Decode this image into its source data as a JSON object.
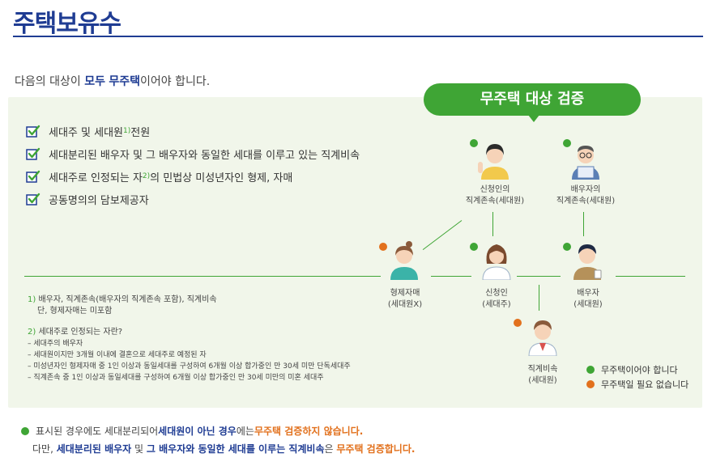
{
  "title": "주택보유수",
  "intro": {
    "prefix": "다음의 대상이 ",
    "hl1": "모두",
    "space": " ",
    "hl2": "무주택",
    "suffix": "이어야 합니다."
  },
  "badge": "무주택 대상 검증",
  "checklist": [
    {
      "text": "세대주 및 세대원",
      "sup": "1)",
      "after": " 전원"
    },
    {
      "text": "세대분리된 배우자 및 그 배우자와 동일한 세대를 이루고 있는 직계비속",
      "sup": "",
      "after": ""
    },
    {
      "text": "세대주로 인정되는 자",
      "sup": "2)",
      "after": "의 민법상 미성년자인 형제, 자매"
    },
    {
      "text": "공동명의의 담보제공자",
      "sup": "",
      "after": ""
    }
  ],
  "people": {
    "applicant_ascendant": [
      "신청인의",
      "직계존속(세대원)"
    ],
    "spouse_ascendant": [
      "배우자의",
      "직계존속(세대원)"
    ],
    "sibling": [
      "형제자매",
      "(세대원X)"
    ],
    "applicant": [
      "신청인",
      "(세대주)"
    ],
    "spouse": [
      "배우자",
      "(세대원)"
    ],
    "descendant": [
      "직계비속",
      "(세대원)"
    ]
  },
  "legend": {
    "green": "무주택이어야 합니다",
    "orange": "무주택일 필요 없습니다",
    "green_color": "#3fa535",
    "orange_color": "#e2711d"
  },
  "notes": {
    "n1_num": "1)",
    "n1_text": " 배우자, 직계존속(배우자의 직계존속 포함), 직계비속",
    "n1_line2": "단, 형제자매는 미포함",
    "n2_num": "2)",
    "n2_text": " 세대주로 인정되는 자란?",
    "n2_items": [
      "– 세대주의 배우자",
      "– 세대원이지만 3개월 이내에 결혼으로 세대주로 예정된 자",
      "– 미성년자인 형제자매 중 1인 이상과 동일세대를 구성하여 6개월 이상 합가중인 만 30세 미만 단독세대주",
      "– 직계존속 중 1인 이상과 동일세대를 구성하여 6개월 이상 합가중인 만 30세 미만의 미혼 세대주"
    ]
  },
  "bottom": {
    "l1_a": "표시된 경우에도 세대분리되어 ",
    "l1_b": "세대원이 아닌 경우",
    "l1_c": "에는 ",
    "l1_d": "무주택 검증하지 않습니다.",
    "l2_a": "다만, ",
    "l2_b": "세대분리된 배우자",
    "l2_c": " 및 ",
    "l2_d": "그 배우자와 동일한 세대를 이루는 직계비속",
    "l2_e": "은 ",
    "l2_f": "무주택 검증합니다."
  }
}
